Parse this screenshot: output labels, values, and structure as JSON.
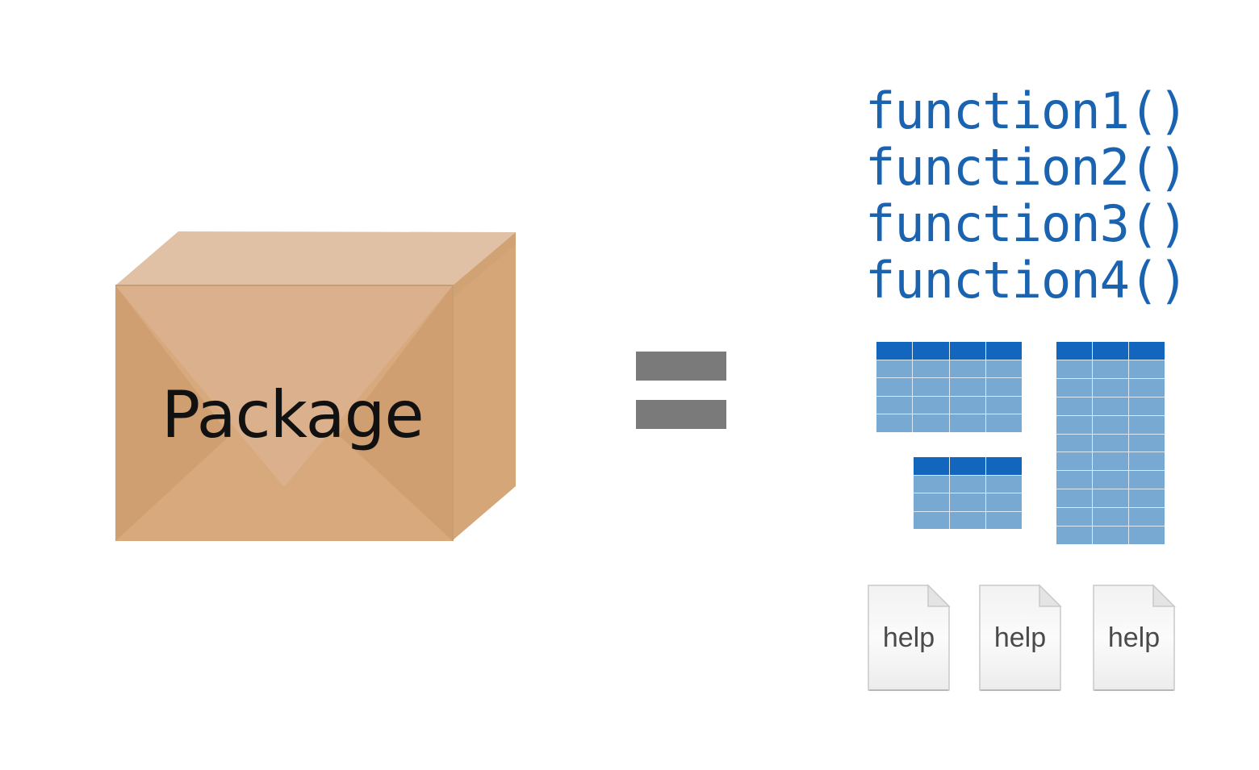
{
  "package": {
    "label": "Package",
    "colors": {
      "top": "#e0c1a6",
      "front": "#d7a97c",
      "side": "#d5a678",
      "fold": "#dbb08c"
    }
  },
  "equals_color": "#7a7a7a",
  "functions": {
    "color": "#1a63b1",
    "items": [
      {
        "label": "function1()"
      },
      {
        "label": "function2()"
      },
      {
        "label": "function3()"
      },
      {
        "label": "function4()"
      }
    ]
  },
  "tables": {
    "header_color": "#1366bd",
    "cell_color": "#78a9d3",
    "items": [
      {
        "name": "data-table-wide",
        "columns": 4,
        "body_rows": 4
      },
      {
        "name": "data-table-small",
        "columns": 3,
        "body_rows": 3
      },
      {
        "name": "data-table-tall",
        "columns": 3,
        "body_rows": 10
      }
    ]
  },
  "help_docs": [
    {
      "label": "help"
    },
    {
      "label": "help"
    },
    {
      "label": "help"
    }
  ]
}
